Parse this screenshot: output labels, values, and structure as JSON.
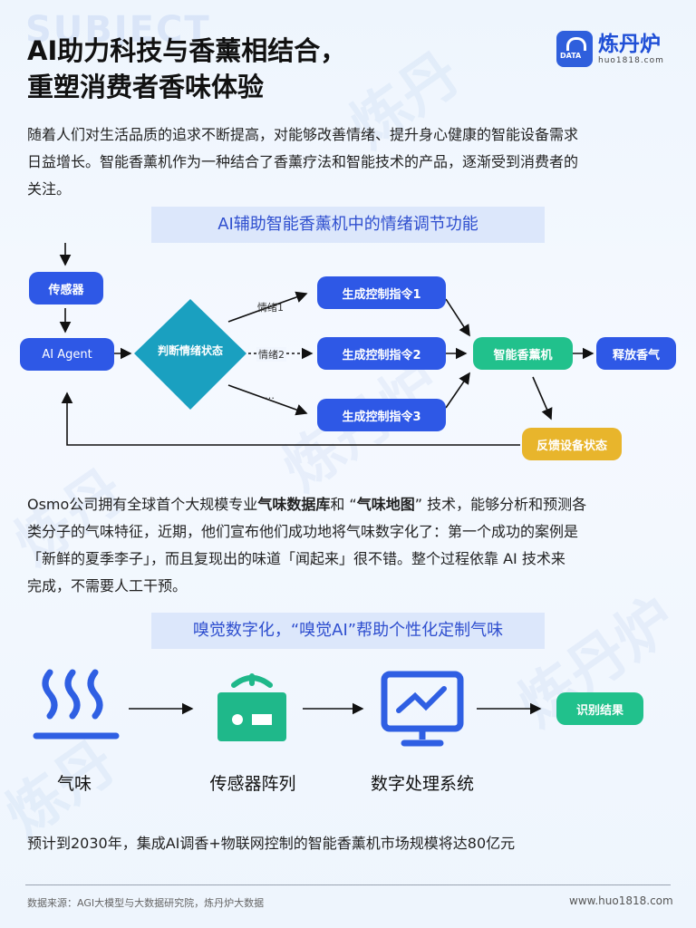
{
  "header": {
    "ghost_text": "SUBJECT",
    "title_line1": "AI助力科技与香薰相结合，",
    "title_line2": "重塑消费者香味体验"
  },
  "logo": {
    "name": "炼丹炉",
    "url": "huo1818.com",
    "badge": "DATA"
  },
  "intro_lines": [
    "随着人们对生活品质的追求不断提高，对能够改善情绪、提升身心健康的智能设备需求",
    "日益增长。智能香薰机作为一种结合了香薰疗法和智能技术的产品，逐渐受到消费者的",
    "关注。"
  ],
  "diagram1": {
    "banner": "AI辅助智能香薰机中的情绪调节功能",
    "sensor": "传感器",
    "agent": "AI Agent",
    "judge": "判断情绪状态",
    "edge1": "情绪1",
    "edge2": "情绪2",
    "edge3": "…",
    "cmd1": "生成控制指令1",
    "cmd2": "生成控制指令2",
    "cmd3": "生成控制指令3",
    "device": "智能香薰机",
    "release": "释放香气",
    "feedback": "反馈设备状态"
  },
  "osmo": {
    "line1_pre": "Osmo公司拥有全球首个大规模专业",
    "line1_b1": "气味数据库",
    "line1_mid": "和 “",
    "line1_b2": "气味地图",
    "line1_post": "” 技术，能够分析和预测各",
    "line2": "类分子的气味特征，近期，他们宣布他们成功地将气味数字化了：第一个成功的案例是",
    "line3": "「新鲜的夏季李子」，而且复现出的味道「闻起来」很不错。整个过程依靠  AI  技术来",
    "line4": "完成，不需要人工干预。"
  },
  "diagram2": {
    "banner": "嗅觉数字化，“嗅觉AI”帮助个性化定制气味",
    "stage1": "气味",
    "stage2": "传感器阵列",
    "stage3": "数字处理系统",
    "result": "识别结果"
  },
  "forecast": "预计到2030年，集成AI调香+物联网控制的智能香薰机市场规模将达80亿元",
  "footer": {
    "source": "数据来源：AGI大模型与大数据研究院，炼丹炉大数据",
    "site": "www.huo1818.com"
  },
  "colors": {
    "blue": "#2e58e6",
    "green": "#21c18c",
    "yellow": "#e8b52c",
    "teal": "#1aa0c0"
  }
}
